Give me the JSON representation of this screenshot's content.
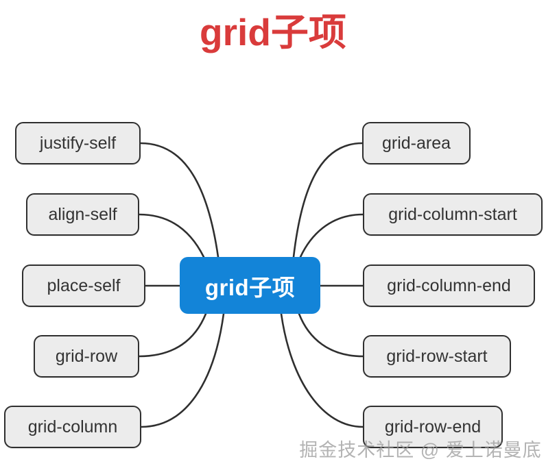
{
  "diagram": {
    "title": "grid子项",
    "title_color": "#d93b3b",
    "background": "#ffffff",
    "type": "mindmap",
    "center": {
      "label": "grid子项",
      "fill": "#1384d8",
      "text_color": "#ffffff"
    },
    "node_style": {
      "fill": "#ececec",
      "border_color": "#2f2f2f",
      "text_color": "#333333"
    },
    "left_branches": [
      {
        "label": "justify-self"
      },
      {
        "label": "align-self"
      },
      {
        "label": "place-self"
      },
      {
        "label": "grid-row"
      },
      {
        "label": "grid-column"
      }
    ],
    "right_branches": [
      {
        "label": "grid-area"
      },
      {
        "label": "grid-column-start"
      },
      {
        "label": "grid-column-end"
      },
      {
        "label": "grid-row-start"
      },
      {
        "label": "grid-row-end"
      }
    ]
  },
  "watermark": {
    "text": "掘金技术社区 @ 爱上诺曼底"
  }
}
